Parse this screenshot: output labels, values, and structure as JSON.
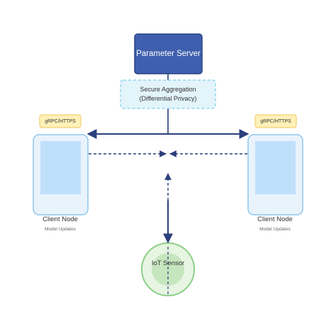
{
  "server": {
    "label": "Parameter Server"
  },
  "aggregation": {
    "line1": "Secure Aggregation",
    "line2": "(Differential Privacy)"
  },
  "protocol_badges": {
    "left": "gRPC/HTTPS",
    "right": "gRPC/HTTPS"
  },
  "client_left": {
    "title": "Client Node",
    "subtitle": "Model Updates"
  },
  "client_right": {
    "title": "Client Node",
    "subtitle": "Model Updates"
  },
  "sensor": {
    "label": "IoT Sensor"
  },
  "colors": {
    "server_fill": "#3f5fae",
    "server_border": "#2a4382",
    "aggregation_fill": "#e3f4fb",
    "aggregation_border": "#7ccde6",
    "badge_fill": "#fff1b8",
    "badge_border": "#f0c85a",
    "client_fill": "#e9f3fc",
    "client_border": "#8ec6ee",
    "client_screen": "#bfe0fb",
    "sensor_outer": "#e7f5e3",
    "sensor_border": "#8dcf86",
    "sensor_inner": "#c6e6bf",
    "connector": "#2b3f7c"
  }
}
